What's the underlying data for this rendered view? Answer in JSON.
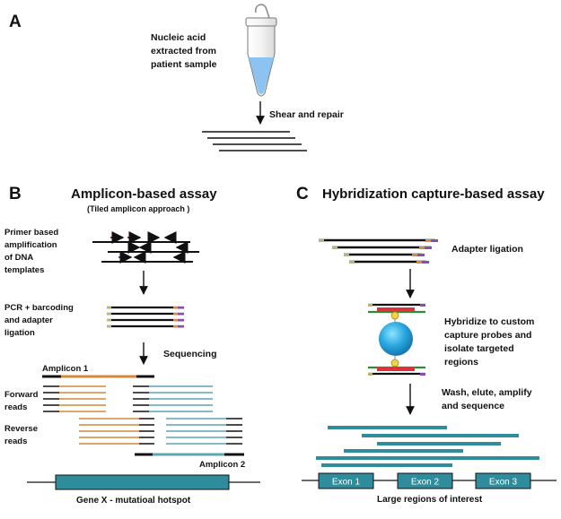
{
  "panel_a": {
    "letter": "A",
    "sample_label": [
      "Nucleic acid",
      "extracted from",
      "patient sample"
    ],
    "step_label": "Shear and repair"
  },
  "panel_b": {
    "letter": "B",
    "title": "Amplicon-based assay",
    "subtitle": "(Tiled amplicon approach )",
    "step1_label": [
      "Primer  based",
      "amplification",
      "of DNA",
      "templates"
    ],
    "step2_label": [
      "PCR + barcoding",
      "and adapter",
      "ligation"
    ],
    "step3_label": "Sequencing",
    "amplicon1_label": "Amplicon  1",
    "amplicon2_label": "Amplicon  2",
    "forward_label": [
      "Forward",
      "reads"
    ],
    "reverse_label": [
      "Reverse",
      "reads"
    ],
    "gene_label": "Gene X - mutatioal hotspot"
  },
  "panel_c": {
    "letter": "C",
    "title": "Hybridization capture-based assay",
    "step1_label": "Adapter ligation",
    "step2_label": [
      "Hybridize to custom",
      "capture probes and",
      "isolate targeted",
      "regions"
    ],
    "step3_label": [
      "Wash, elute, amplify",
      "and sequence"
    ],
    "exons": [
      "Exon 1",
      "Exon 2",
      "Exon 3"
    ],
    "region_label": "Large regions of interest"
  },
  "colors": {
    "amplicon1": "#d4883a",
    "amplicon2": "#5fa3b5",
    "capture_read": "#2f8c9c",
    "exon_fill": "#2f8c9c",
    "primer_red": "#a52a2a",
    "primer_pink": "#e58ad8",
    "primer_cyan": "#27c3e0",
    "primer_green": "#2e8b3a",
    "primer_purple": "#6a4aa8",
    "adapter_purple": "#8b4bb0",
    "adapter_orange": "#d88b3c",
    "adapter_olive": "#b9b470",
    "tube_liquid": "#8cc3f0",
    "bead": "#2aa8e0"
  }
}
